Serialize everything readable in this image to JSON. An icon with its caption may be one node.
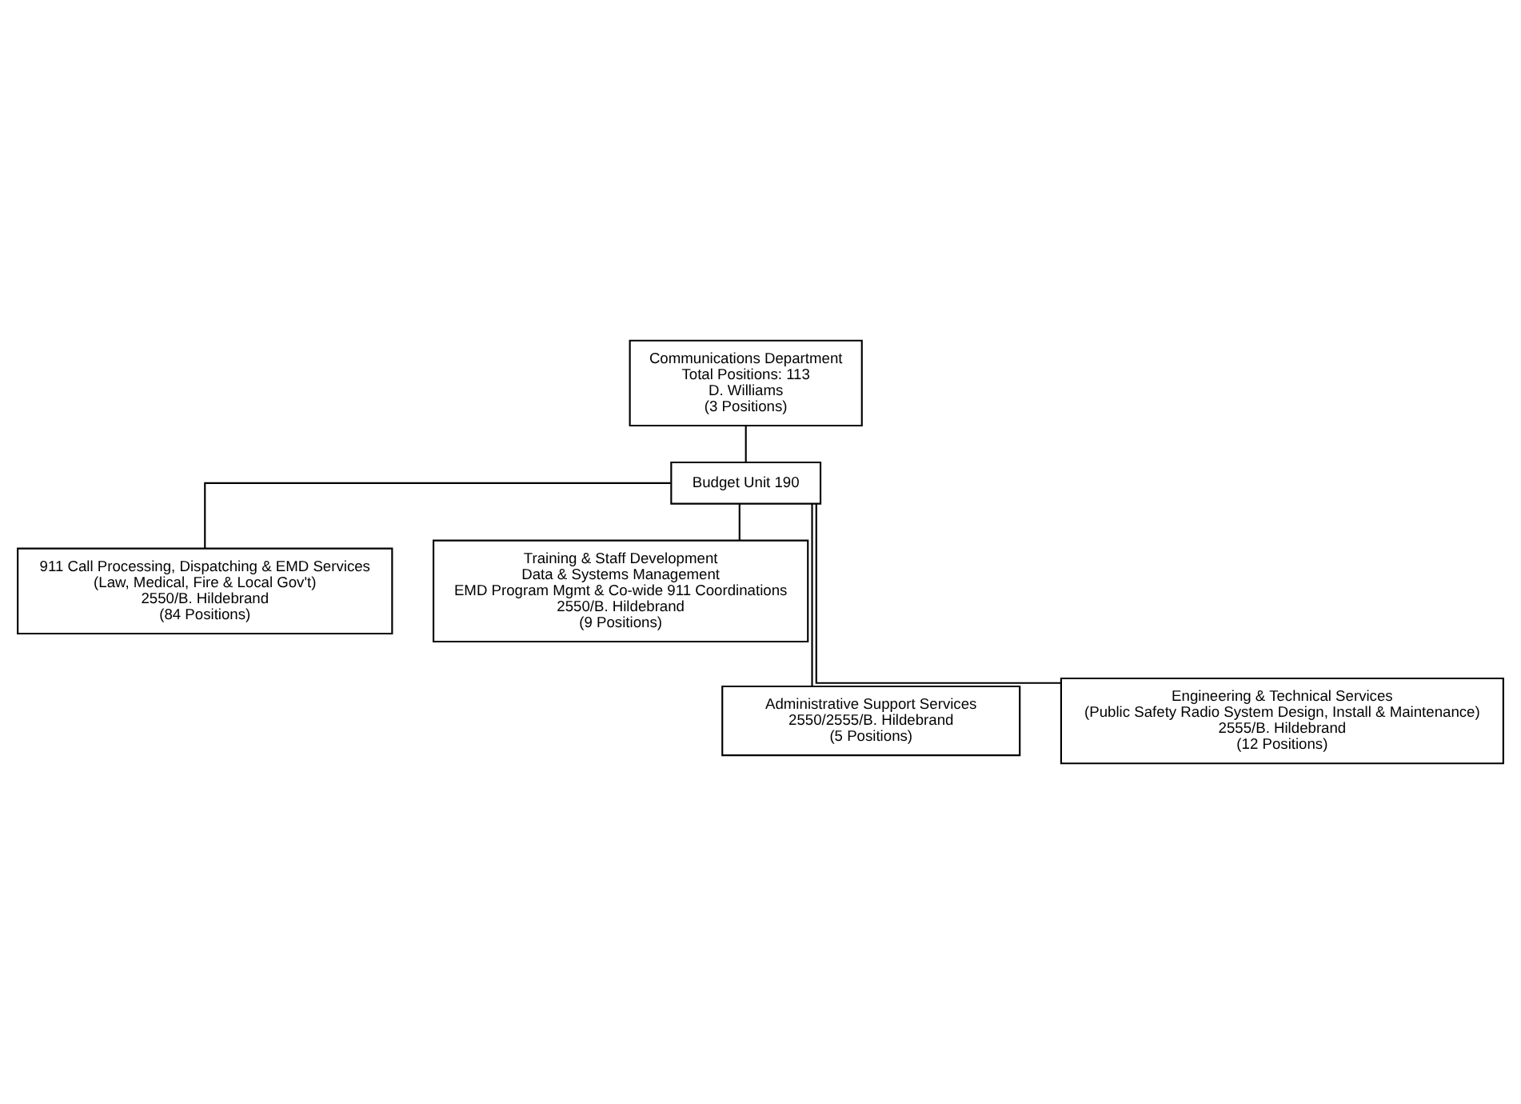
{
  "diagram": {
    "nodes": [
      {
        "text": [
          "Communications Department",
          "Total Positions: 113",
          "D. Williams",
          "(3 Positions)"
        ]
      },
      {
        "text": [
          "Budget Unit 190"
        ]
      },
      {
        "text": [
          "911 Call Processing, Dispatching & EMD Services",
          "(Law, Medical, Fire & Local Gov't)",
          "2550/B. Hildebrand",
          "(84 Positions)"
        ]
      },
      {
        "text": [
          "Training & Staff Development",
          "Data & Systems Management",
          "EMD Program Mgmt & Co-wide 911 Coordinations",
          "2550/B. Hildebrand",
          "(9 Positions)"
        ]
      },
      {
        "text": [
          "Administrative Support Services",
          "2550/2555/B. Hildebrand",
          "(5 Positions)"
        ]
      },
      {
        "text": [
          "Engineering & Technical Services",
          "(Public Safety Radio System Design, Install & Maintenance)",
          "2555/B. Hildebrand",
          "(12 Positions)"
        ]
      }
    ],
    "edges": [
      {
        "from": 0,
        "to": 1,
        "arrow": "none"
      },
      {
        "from": 1,
        "to": 2,
        "arrow": "none"
      },
      {
        "from": 1,
        "to": 3,
        "arrow": "none"
      },
      {
        "from": 1,
        "to": 4,
        "arrow": "none"
      },
      {
        "from": 1,
        "to": 5,
        "arrow": "none"
      }
    ]
  }
}
